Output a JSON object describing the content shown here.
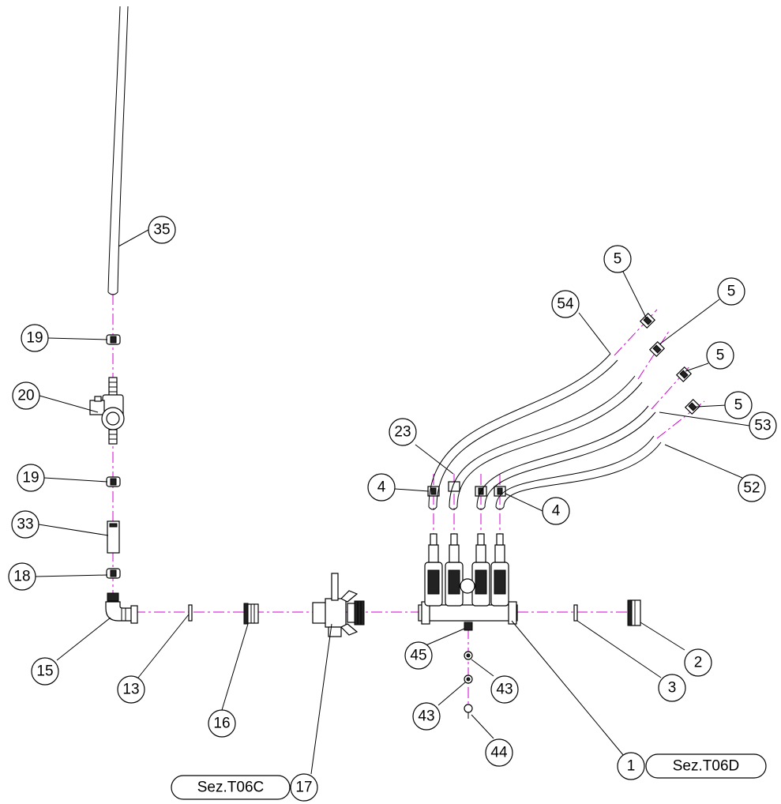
{
  "balloons": [
    {
      "id": "b35",
      "label": "35"
    },
    {
      "id": "b19a",
      "label": "19"
    },
    {
      "id": "b20",
      "label": "20"
    },
    {
      "id": "b19b",
      "label": "19"
    },
    {
      "id": "b33",
      "label": "33"
    },
    {
      "id": "b18",
      "label": "18"
    },
    {
      "id": "b15",
      "label": "15"
    },
    {
      "id": "b13",
      "label": "13"
    },
    {
      "id": "b16",
      "label": "16"
    },
    {
      "id": "b17",
      "label": "17"
    },
    {
      "id": "b45",
      "label": "45"
    },
    {
      "id": "b43a",
      "label": "43"
    },
    {
      "id": "b43b",
      "label": "43"
    },
    {
      "id": "b44",
      "label": "44"
    },
    {
      "id": "b1",
      "label": "1"
    },
    {
      "id": "b3",
      "label": "3"
    },
    {
      "id": "b2",
      "label": "2"
    },
    {
      "id": "b4a",
      "label": "4"
    },
    {
      "id": "b4b",
      "label": "4"
    },
    {
      "id": "b23",
      "label": "23"
    },
    {
      "id": "b54",
      "label": "54"
    },
    {
      "id": "b5a",
      "label": "5"
    },
    {
      "id": "b5b",
      "label": "5"
    },
    {
      "id": "b5c",
      "label": "5"
    },
    {
      "id": "b5d",
      "label": "5"
    },
    {
      "id": "b53",
      "label": "53"
    },
    {
      "id": "b52",
      "label": "52"
    }
  ],
  "references": {
    "left": "Sez.T06C",
    "right": "Sez.T06D"
  },
  "colors": {
    "axis": "#d000d0",
    "line": "#000000"
  }
}
